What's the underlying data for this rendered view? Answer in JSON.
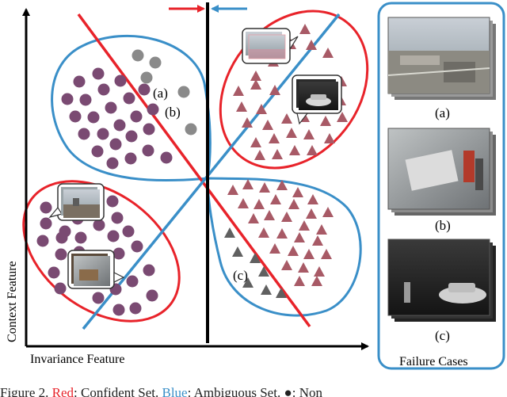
{
  "colors": {
    "red": "#e8232a",
    "blue": "#3a8fc8",
    "circle": "#7a4a72",
    "triangle": "#a85a66",
    "gray": "#8a8a8a",
    "dark_triangle": "#606060",
    "axis": "#000000"
  },
  "axes": {
    "x_label": "Invariance Feature",
    "y_label": "Context Feature"
  },
  "markers": {
    "a": "(a)",
    "b": "(b)",
    "c": "(c)"
  },
  "failure_panel": {
    "title": "Failure Cases",
    "items": [
      {
        "label": "(a)"
      },
      {
        "label": "(b)"
      },
      {
        "label": "(c)"
      }
    ]
  },
  "caption": {
    "figure": "Figure 2.",
    "red_word": "Red",
    "red_text": ": Confident Set.",
    "blue_word": "Blue",
    "blue_text": ": Ambiguous Set.",
    "tail": "●: Non"
  }
}
